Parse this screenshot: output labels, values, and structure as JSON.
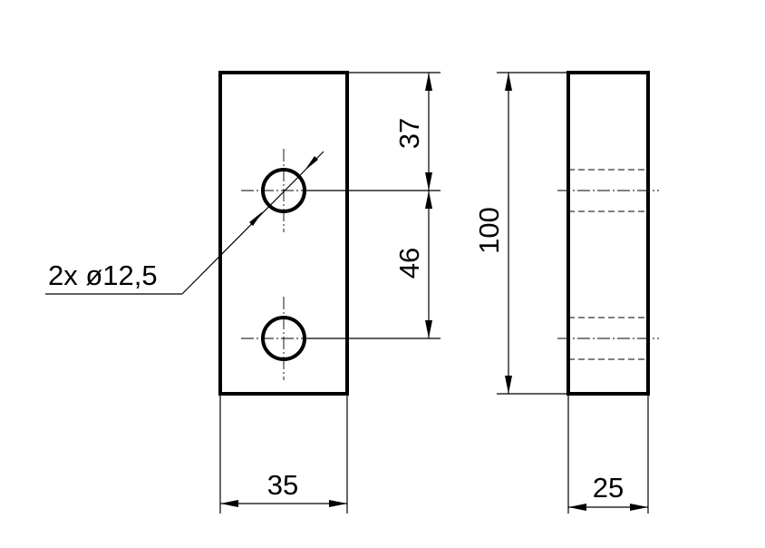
{
  "drawing": {
    "dimensions": {
      "top_to_hole": "37",
      "hole_spacing": "46",
      "height": "100",
      "width_front": "35",
      "width_side": "25"
    },
    "callout": {
      "holes": "2x ø12,5"
    }
  }
}
